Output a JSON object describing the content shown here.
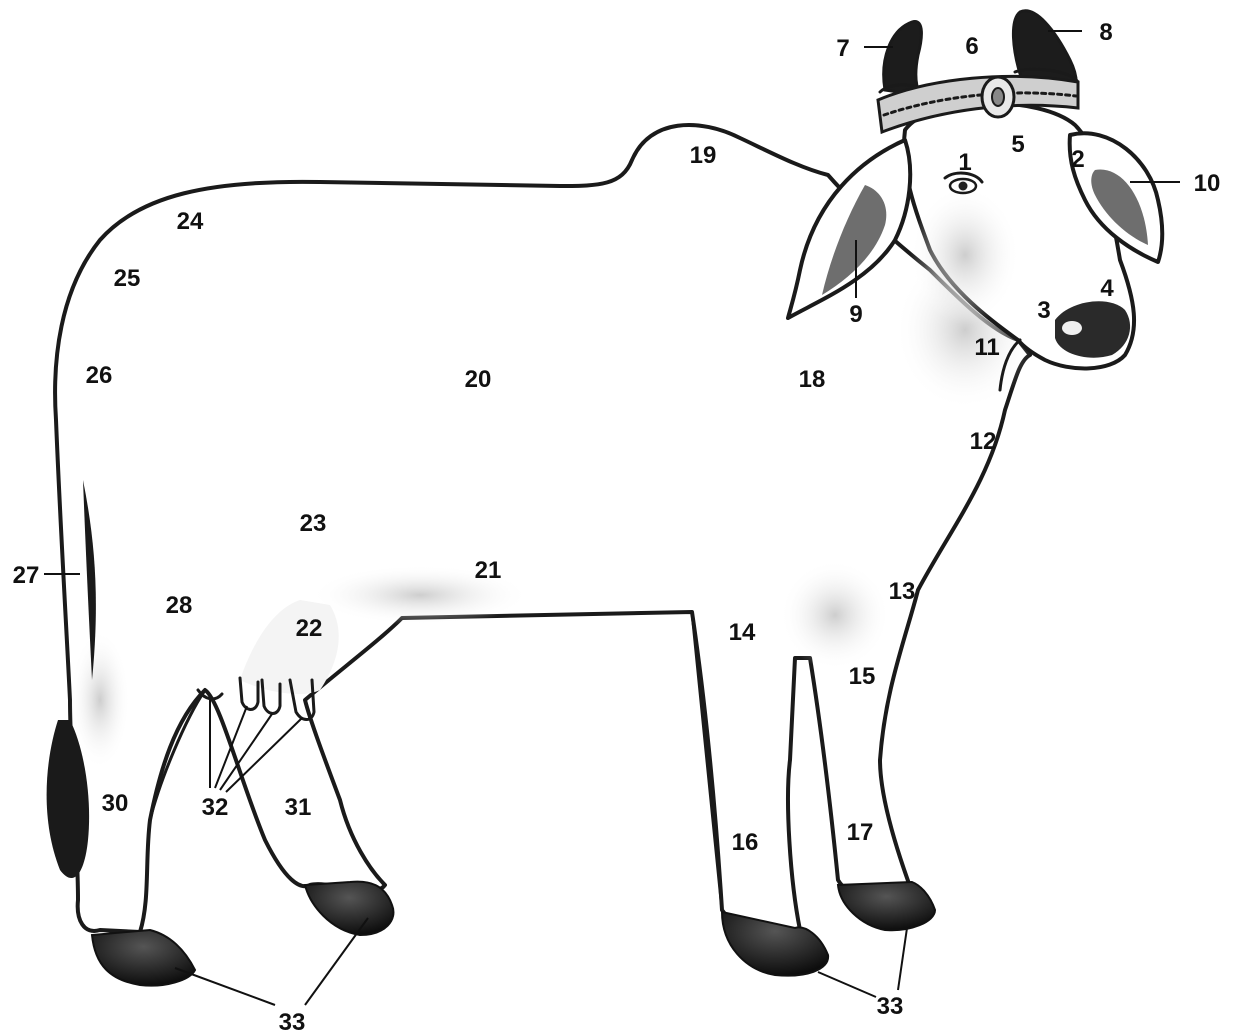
{
  "labels": {
    "l1": "1",
    "l2": "2",
    "l3": "3",
    "l4": "4",
    "l5": "5",
    "l6": "6",
    "l7": "7",
    "l8": "8",
    "l9": "9",
    "l10": "10",
    "l11": "11",
    "l12": "12",
    "l13": "13",
    "l14": "14",
    "l15": "15",
    "l16": "16",
    "l17": "17",
    "l18": "18",
    "l19": "19",
    "l20": "20",
    "l21": "21",
    "l22": "22",
    "l23": "23",
    "l24": "24",
    "l25": "25",
    "l26": "26",
    "l27": "27",
    "l28": "28",
    "l30": "30",
    "l31": "31",
    "l32": "32",
    "l33a": "33",
    "l33b": "33"
  },
  "colors": {
    "outline": "#1a1a1a",
    "horn": "#1c1c1c",
    "hoof": "#151515",
    "inner_ear": "#6e6e6e",
    "shading": "#d4d4d4",
    "collar": "#cfcfcf"
  }
}
